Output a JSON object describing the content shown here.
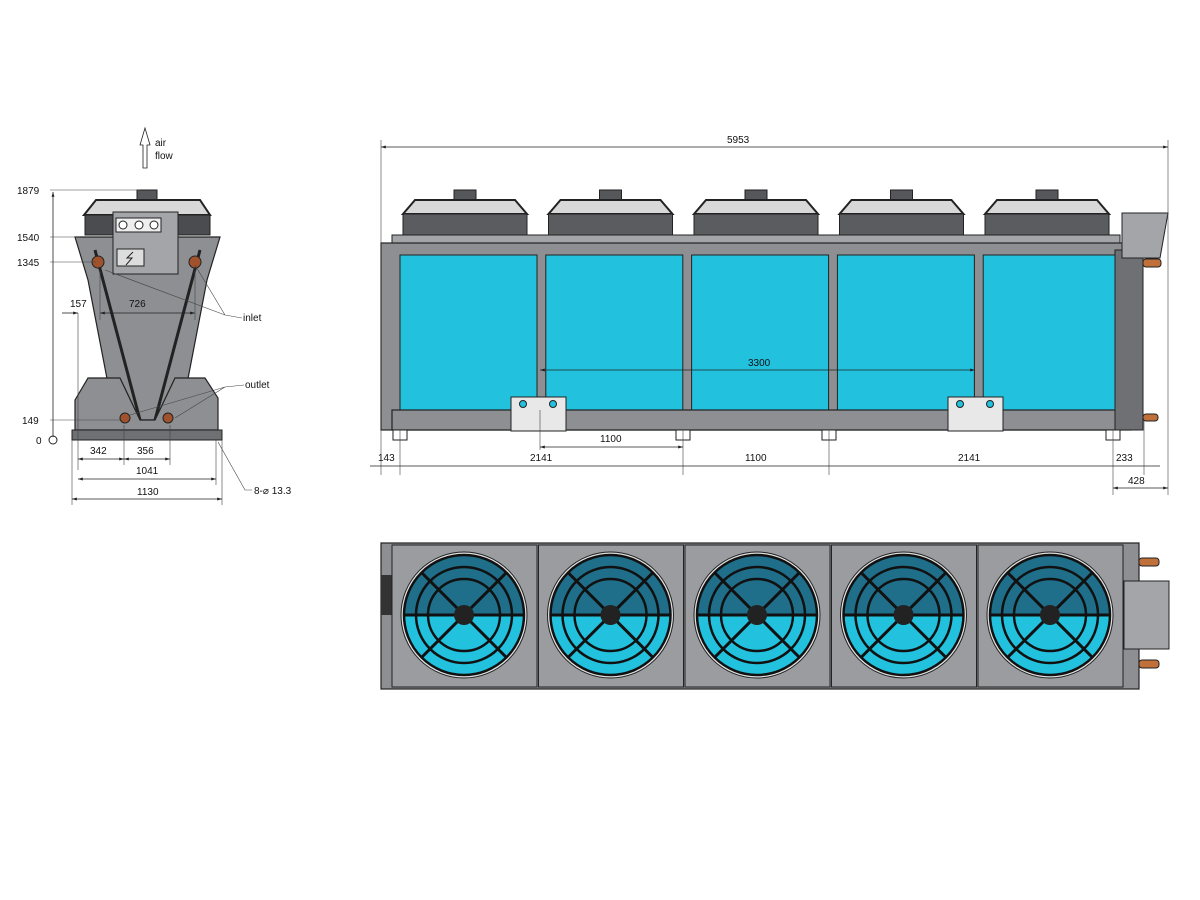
{
  "side_view": {
    "airflow_label_1": "air",
    "airflow_label_2": "flow",
    "heights": [
      "1879",
      "1540",
      "1345",
      "149",
      "0"
    ],
    "widths": {
      "d157": "157",
      "d726": "726",
      "d342": "342",
      "d356": "356",
      "d1041": "1041",
      "d1130": "1130"
    },
    "callouts": {
      "inlet": "inlet",
      "outlet": "outlet",
      "holes": "8-⌀ 13.3"
    }
  },
  "front_view": {
    "overall_length": "5953",
    "coil_span": "3300",
    "leg_spacing_top": "1100",
    "bottom_dims": [
      "143",
      "2141",
      "1100",
      "2141",
      "233"
    ],
    "overhang": "428",
    "fan_count": 5
  },
  "colors": {
    "coil": "#22c1dd",
    "frame": "#8d8f93",
    "fan_upper": "#1f6f8b"
  }
}
